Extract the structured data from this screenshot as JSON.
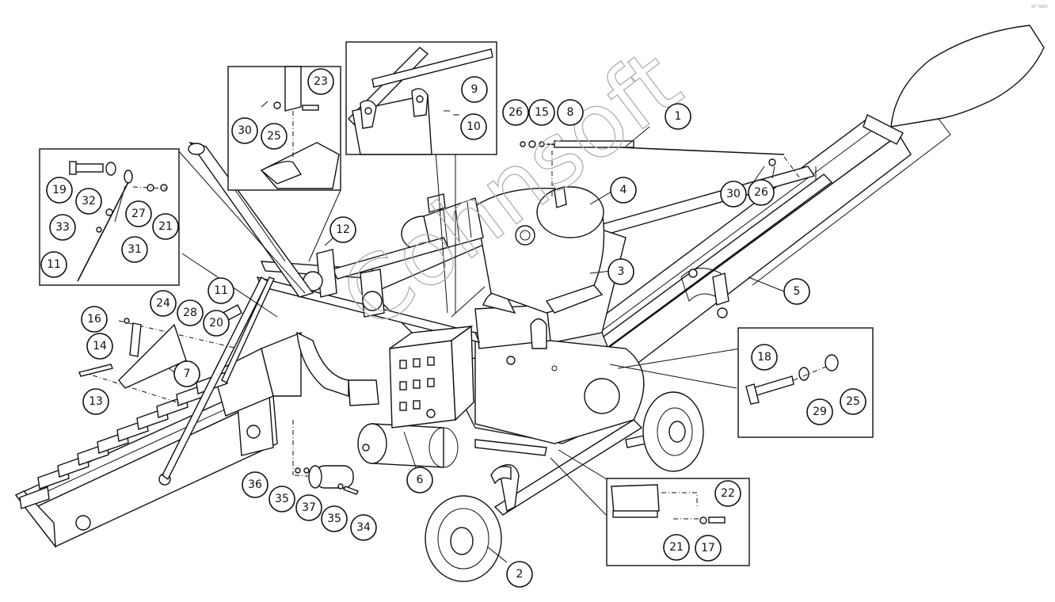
{
  "diagram": {
    "watermark": "Cohnsoft",
    "corner_stamp": "ST 7000",
    "callouts": [
      {
        "id": "c1",
        "label": "1"
      },
      {
        "id": "c2",
        "label": "2"
      },
      {
        "id": "c3",
        "label": "3"
      },
      {
        "id": "c4",
        "label": "4"
      },
      {
        "id": "c5",
        "label": "5"
      },
      {
        "id": "c6",
        "label": "6"
      },
      {
        "id": "c7",
        "label": "7"
      },
      {
        "id": "c8",
        "label": "8"
      },
      {
        "id": "c9",
        "label": "9"
      },
      {
        "id": "c10",
        "label": "10"
      },
      {
        "id": "c11a",
        "label": "11"
      },
      {
        "id": "c11b",
        "label": "11"
      },
      {
        "id": "c12",
        "label": "12"
      },
      {
        "id": "c13",
        "label": "13"
      },
      {
        "id": "c14",
        "label": "14"
      },
      {
        "id": "c15",
        "label": "15"
      },
      {
        "id": "c16",
        "label": "16"
      },
      {
        "id": "c17",
        "label": "17"
      },
      {
        "id": "c18",
        "label": "18"
      },
      {
        "id": "c19",
        "label": "19"
      },
      {
        "id": "c20",
        "label": "20"
      },
      {
        "id": "c21a",
        "label": "21"
      },
      {
        "id": "c21b",
        "label": "21"
      },
      {
        "id": "c22",
        "label": "22"
      },
      {
        "id": "c23",
        "label": "23"
      },
      {
        "id": "c24",
        "label": "24"
      },
      {
        "id": "c25a",
        "label": "25"
      },
      {
        "id": "c25b",
        "label": "25"
      },
      {
        "id": "c26a",
        "label": "26"
      },
      {
        "id": "c26b",
        "label": "26"
      },
      {
        "id": "c27",
        "label": "27"
      },
      {
        "id": "c28",
        "label": "28"
      },
      {
        "id": "c29",
        "label": "29"
      },
      {
        "id": "c30a",
        "label": "30"
      },
      {
        "id": "c30b",
        "label": "30"
      },
      {
        "id": "c31",
        "label": "31"
      },
      {
        "id": "c32",
        "label": "32"
      },
      {
        "id": "c33",
        "label": "33"
      },
      {
        "id": "c34",
        "label": "34"
      },
      {
        "id": "c35a",
        "label": "35"
      },
      {
        "id": "c35b",
        "label": "35"
      },
      {
        "id": "c36",
        "label": "36"
      },
      {
        "id": "c37",
        "label": "37"
      }
    ]
  }
}
